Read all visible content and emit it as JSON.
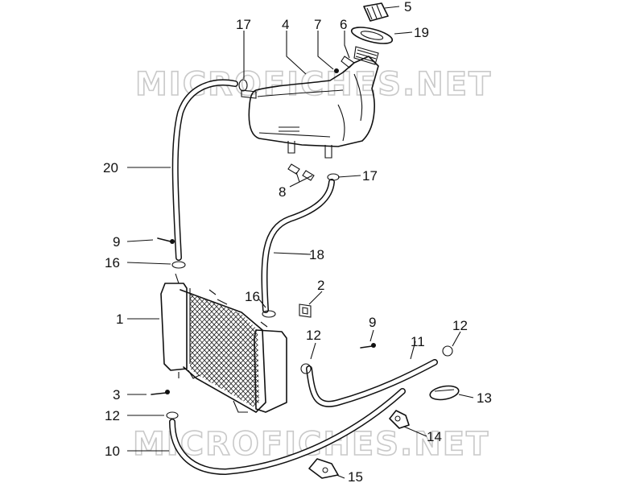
{
  "watermark": {
    "top": "MICROFICHES.NET",
    "bottom": "MICROFICHES.NET"
  },
  "callouts": {
    "c1": "1",
    "c2": "2",
    "c3": "3",
    "c4": "4",
    "c5": "5",
    "c6": "6",
    "c7": "7",
    "c8": "8",
    "c9a": "9",
    "c9b": "9",
    "c10": "10",
    "c11": "11",
    "c12a": "12",
    "c12b": "12",
    "c12c": "12",
    "c13": "13",
    "c14": "14",
    "c15": "15",
    "c16a": "16",
    "c16b": "16",
    "c17a": "17",
    "c17b": "17",
    "c18": "18",
    "c19": "19",
    "c20": "20"
  }
}
